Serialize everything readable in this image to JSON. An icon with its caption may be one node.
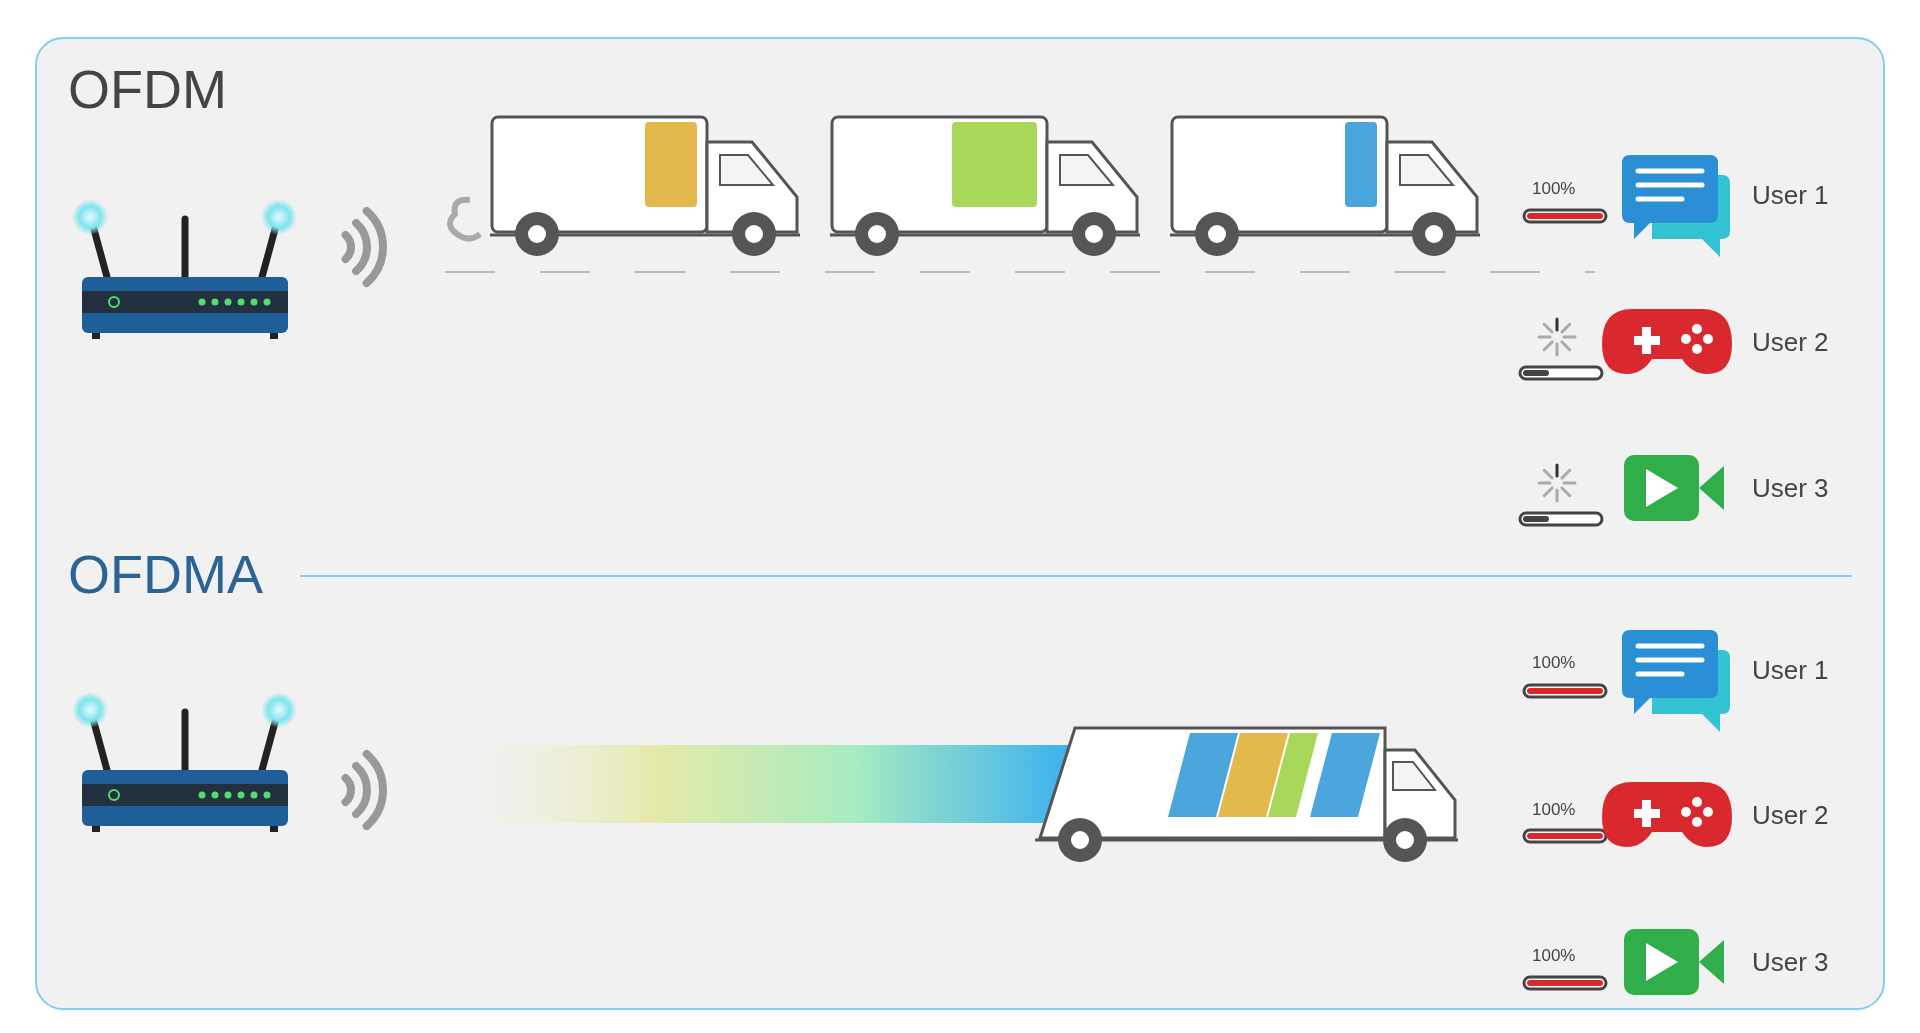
{
  "diagram": {
    "labels": [
      "OFDM",
      "100%",
      "User 1",
      "User 2",
      "User 3",
      "OFDMA",
      "100%",
      "User 1",
      "100%",
      "User 2",
      "100%",
      "User 3"
    ]
  }
}
